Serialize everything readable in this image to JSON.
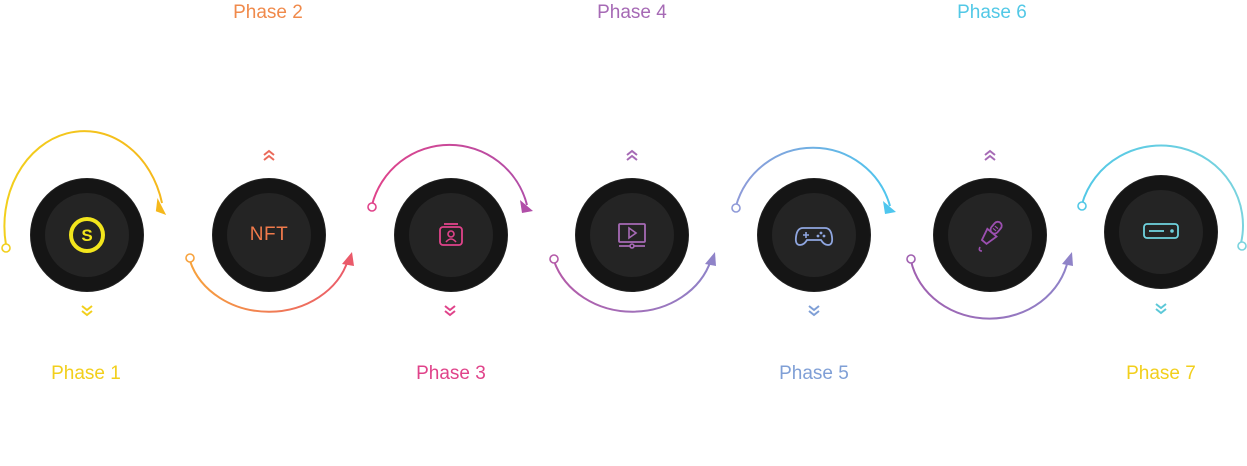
{
  "phases": [
    {
      "label": "Phase 1",
      "color": "#f2cf1c",
      "icon": "dollar-coin-icon"
    },
    {
      "label": "Phase 2",
      "color": "#f08a4b",
      "icon": "nft-text-icon",
      "icon_text": "NFT"
    },
    {
      "label": "Phase 3",
      "color": "#e0438a",
      "icon": "profile-card-icon"
    },
    {
      "label": "Phase 4",
      "color": "#a66ab5",
      "icon": "video-screen-icon"
    },
    {
      "label": "Phase 5",
      "color": "#7f9fd6",
      "icon": "gamepad-icon"
    },
    {
      "label": "Phase 6",
      "color": "#52c8e6",
      "icon": "microphone-icon"
    },
    {
      "label": "Phase 7",
      "color": "#f2cf1c",
      "icon": "server-drive-icon"
    }
  ]
}
